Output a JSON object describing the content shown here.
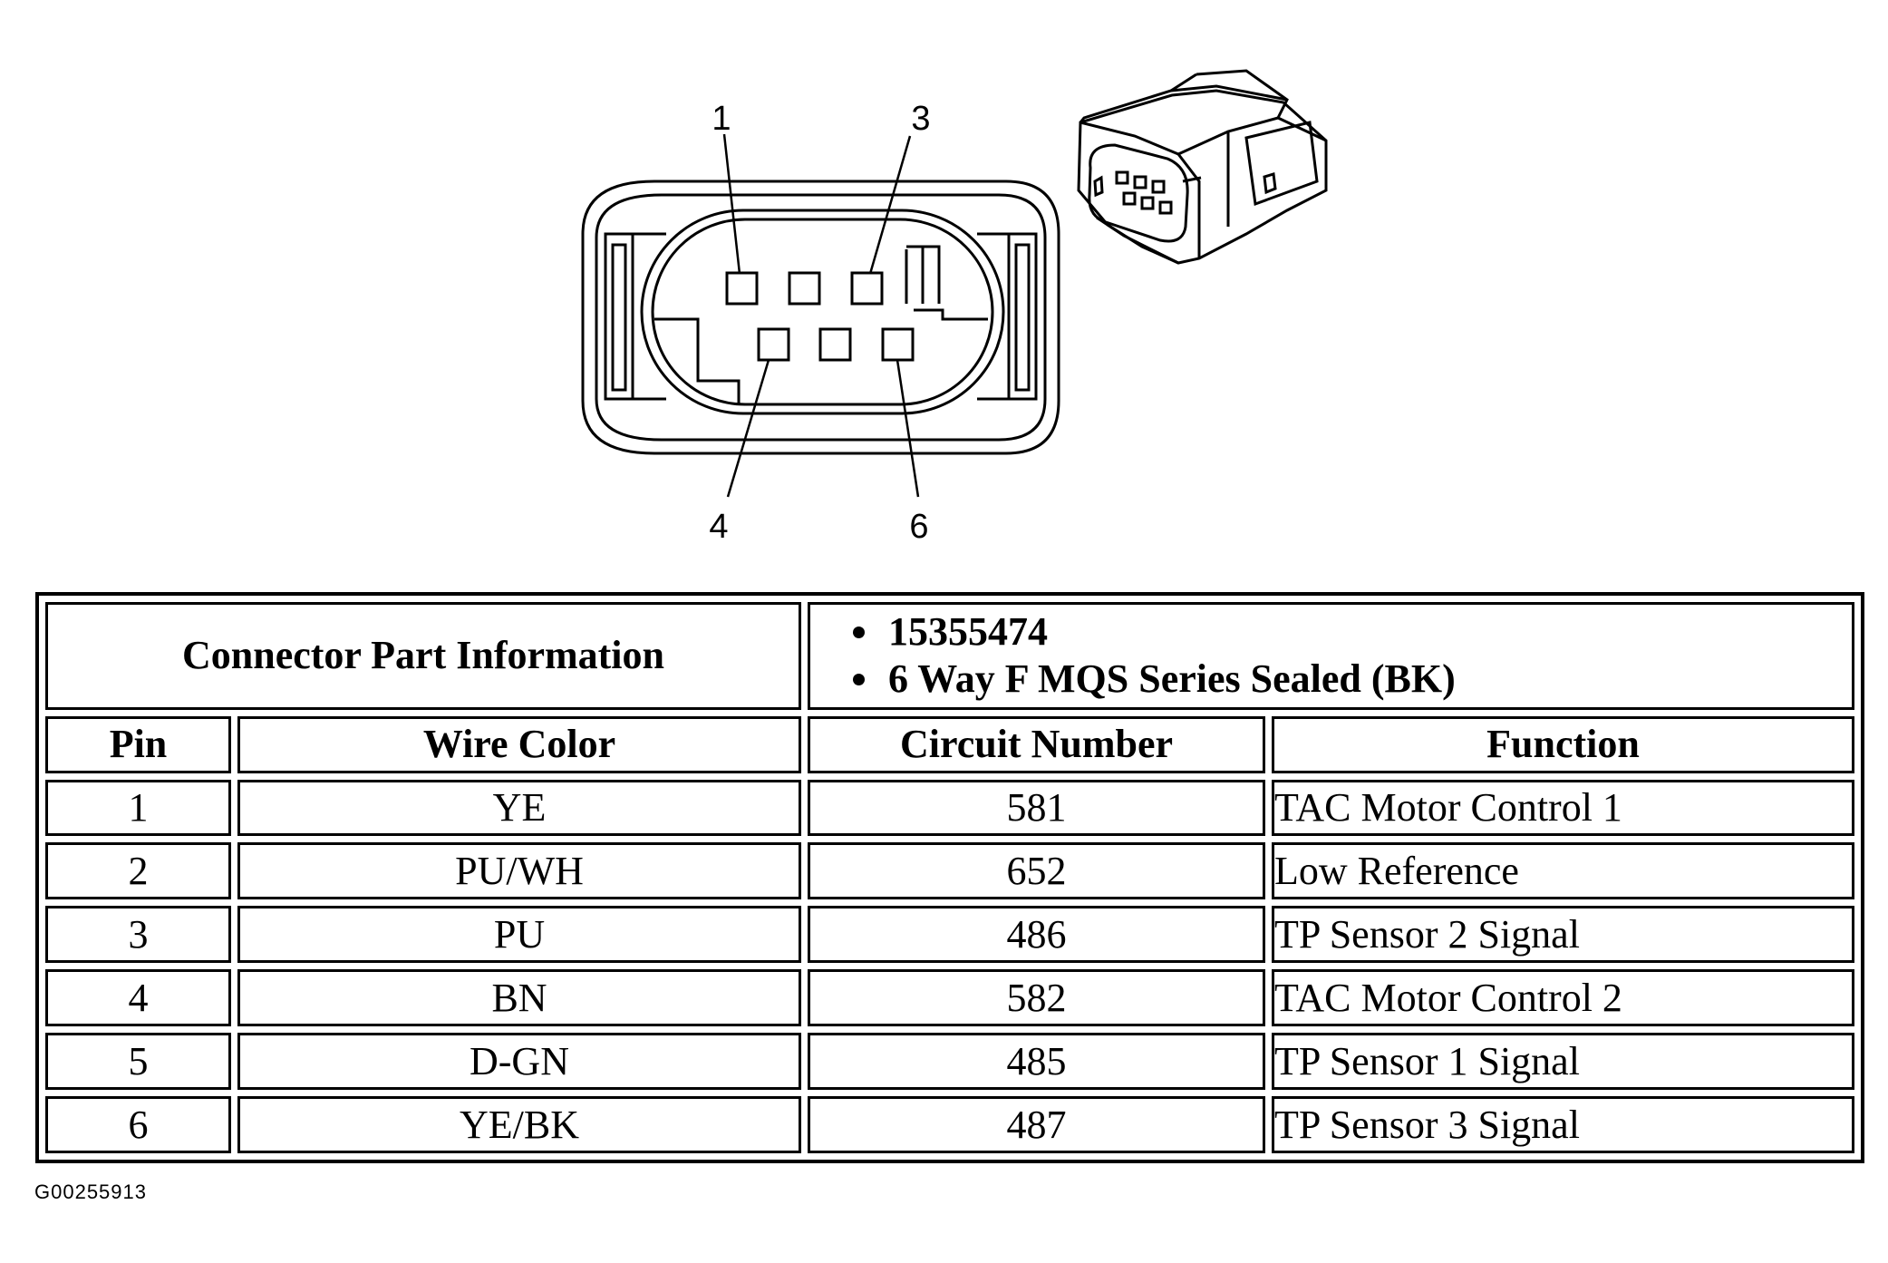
{
  "pin_callouts": [
    "1",
    "3",
    "4",
    "6"
  ],
  "connector_info": {
    "label": "Connector Part Information",
    "items": [
      "15355474",
      "6 Way F MQS Series Sealed (BK)"
    ]
  },
  "columns": [
    "Pin",
    "Wire Color",
    "Circuit Number",
    "Function"
  ],
  "rows": [
    {
      "pin": "1",
      "wire_color": "YE",
      "circuit": "581",
      "function": "TAC Motor Control 1"
    },
    {
      "pin": "2",
      "wire_color": "PU/WH",
      "circuit": "652",
      "function": "Low Reference"
    },
    {
      "pin": "3",
      "wire_color": "PU",
      "circuit": "486",
      "function": "TP Sensor 2 Signal"
    },
    {
      "pin": "4",
      "wire_color": "BN",
      "circuit": "582",
      "function": "TAC Motor Control 2"
    },
    {
      "pin": "5",
      "wire_color": "D-GN",
      "circuit": "485",
      "function": "TP Sensor 1 Signal"
    },
    {
      "pin": "6",
      "wire_color": "YE/BK",
      "circuit": "487",
      "function": "TP Sensor 3 Signal"
    }
  ],
  "figure_id": "G00255913"
}
